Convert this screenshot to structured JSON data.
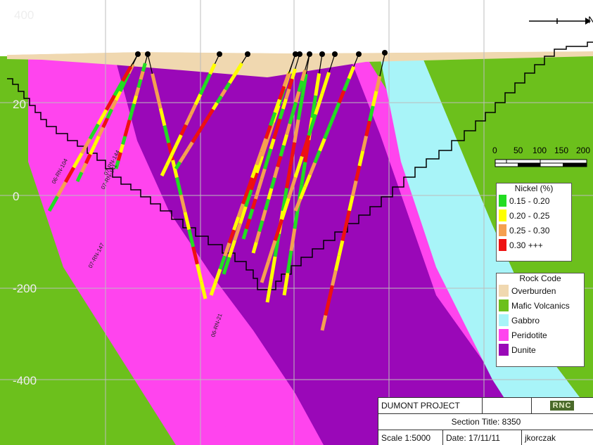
{
  "project": "DUMONT PROJECT",
  "logo_text": "RNC",
  "section_title": "Section Title: 8350",
  "scale": "Scale 1:5000",
  "date": "Date: 17/11/11",
  "author": "jkorczak",
  "north_label": "N",
  "elevation_labels": [
    "400",
    "20",
    "0",
    "-200",
    "-400"
  ],
  "scale_labels": [
    "0",
    "50",
    "100",
    "150",
    "200"
  ],
  "nickel_legend": {
    "title": "Nickel (%)",
    "items": [
      {
        "label": "0.15 - 0.20",
        "color": "#22dd22"
      },
      {
        "label": "0.20 - 0.25",
        "color": "#ffff00"
      },
      {
        "label": "0.25 - 0.30",
        "color": "#f5a050"
      },
      {
        "label": "0.30 +++",
        "color": "#ee1111"
      }
    ]
  },
  "rock_legend": {
    "title": "Rock Code",
    "items": [
      {
        "label": "Overburden",
        "color": "#f0d8b0"
      },
      {
        "label": "Mafic Volcanics",
        "color": "#6cc01c"
      },
      {
        "label": "Gabbro",
        "color": "#a8f4f8"
      },
      {
        "label": "Peridotite",
        "color": "#ff44ee"
      },
      {
        "label": "Dunite",
        "color": "#9a08b8"
      }
    ]
  },
  "hole_labels": [
    "06-RN-104",
    "07-RN-147",
    "07-RN-141",
    "07-RN-144",
    "06-RN-21"
  ]
}
